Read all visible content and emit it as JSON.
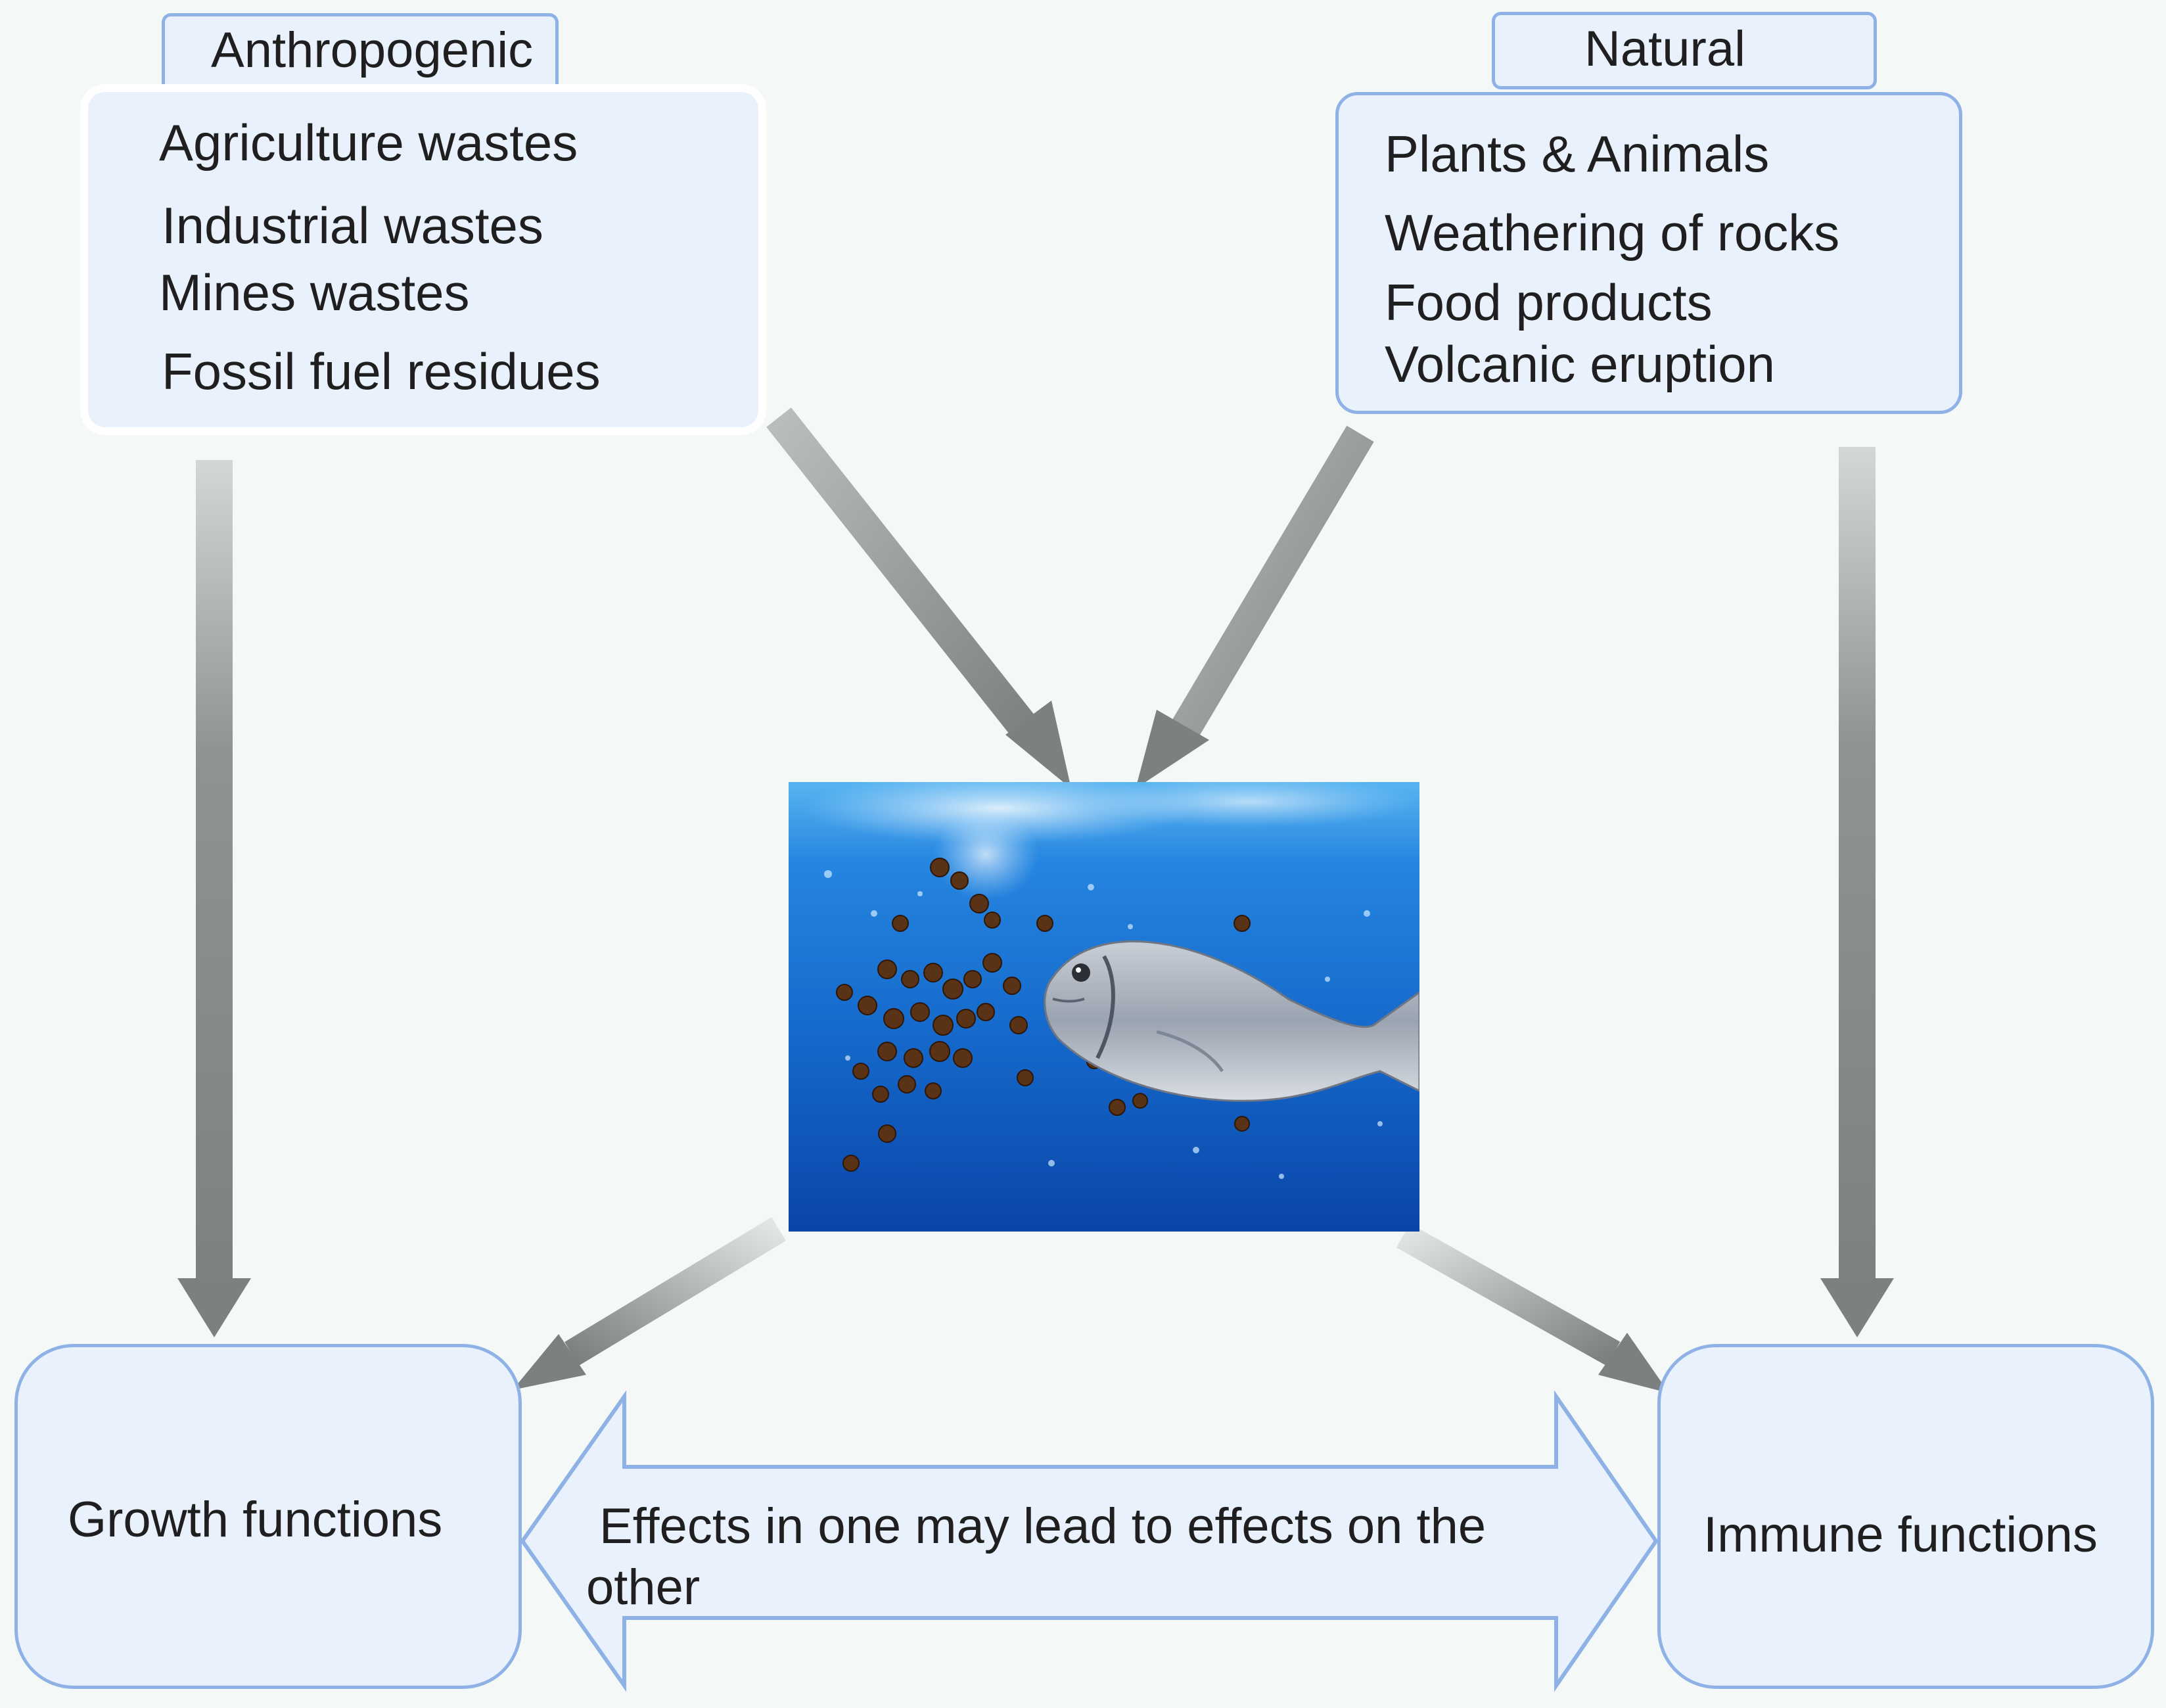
{
  "anthropogenic": {
    "title": "Anthropogenic",
    "items": [
      "Agriculture wastes",
      "Industrial wastes",
      "Mines wastes",
      "Fossil fuel residues"
    ]
  },
  "natural": {
    "title": "Natural",
    "items": [
      "Plants & Animals",
      "Weathering of rocks",
      "Food products",
      "Volcanic eruption"
    ]
  },
  "growth": {
    "label": "Growth functions"
  },
  "immune": {
    "label": "Immune functions"
  },
  "interaction": {
    "line1": "Effects in one may lead to effects on the",
    "line2": "other"
  },
  "colors": {
    "box_fill": "#e9f1fc",
    "box_border": "#8fb2e6",
    "arrow_dark": "#7f8582",
    "water": "#1f6fd6",
    "feed_pellet": "#5a3216"
  }
}
